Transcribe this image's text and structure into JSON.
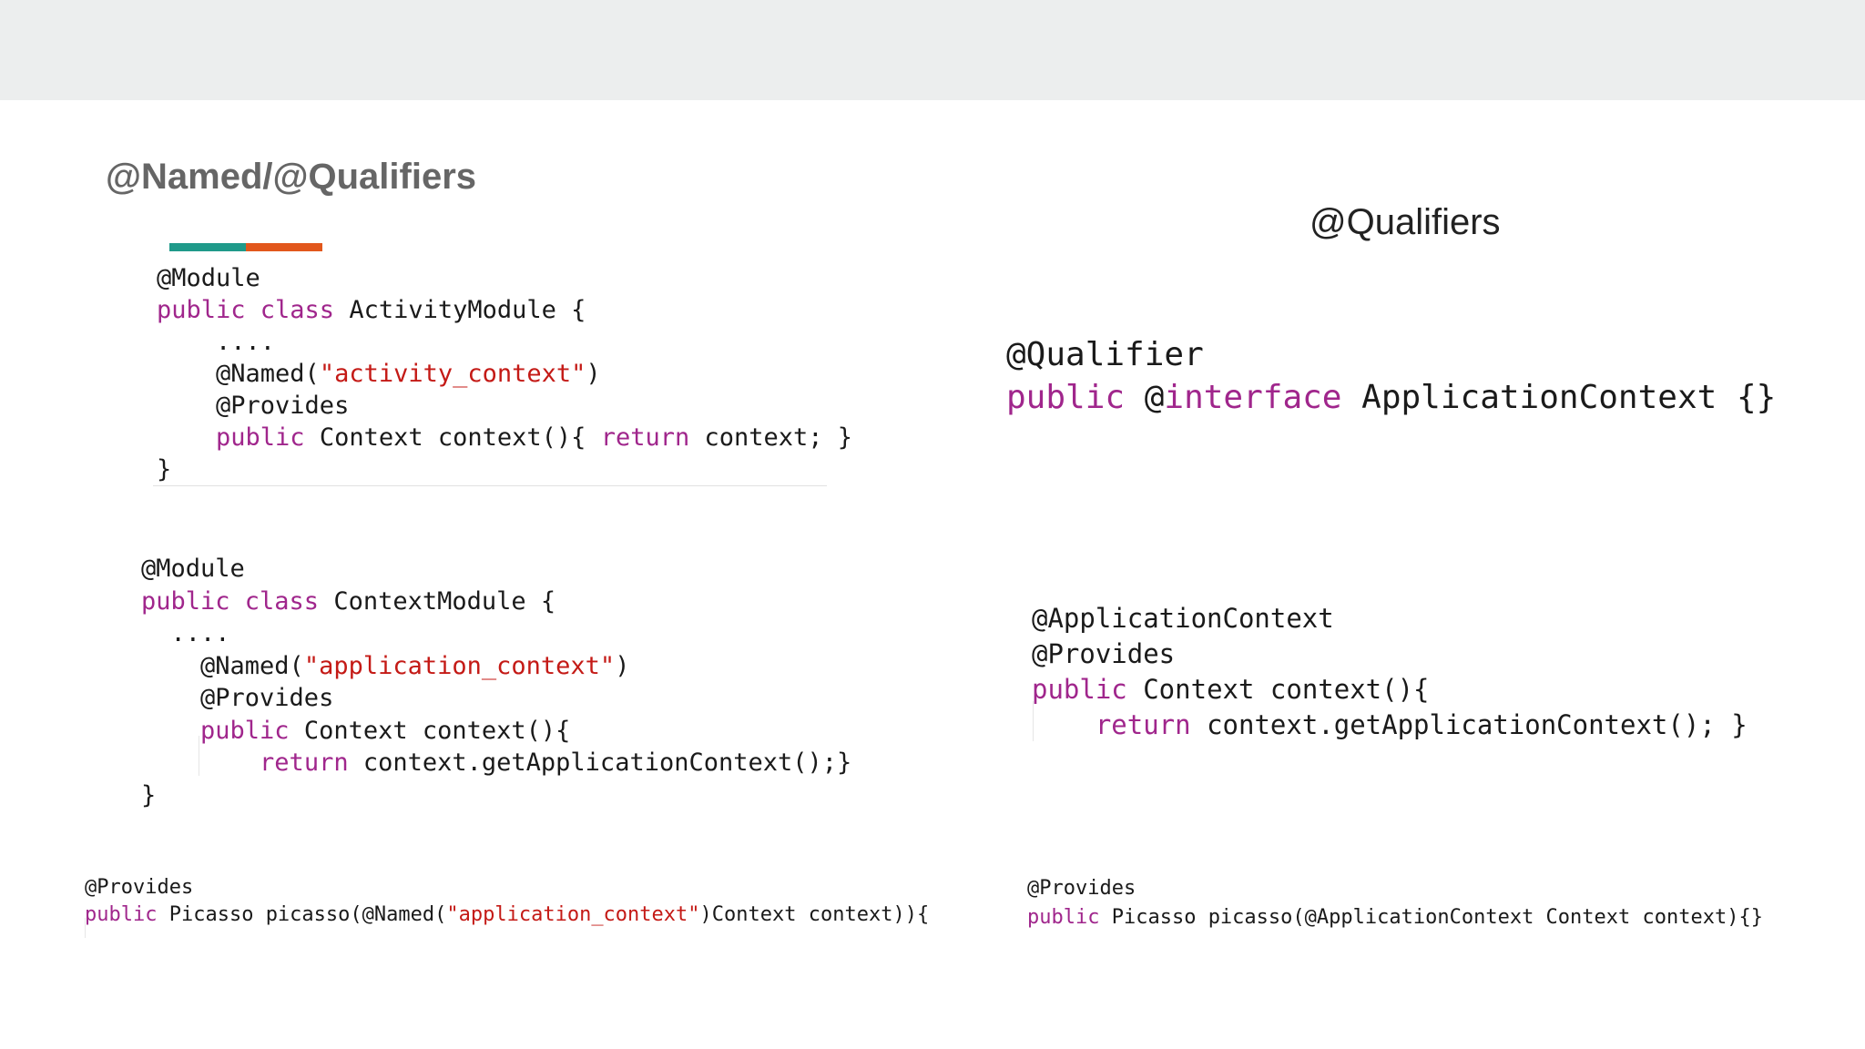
{
  "title": "@Named/@Qualifiers",
  "subtitle": "@Qualifiers",
  "colors": {
    "accent_teal": "#1f9a8a",
    "accent_orange": "#e2571c",
    "keyword": "#a0268c",
    "string": "#c41a16",
    "header_bar": "#eceeee"
  },
  "code_blocks": {
    "activity_module": [
      [
        {
          "t": "@Module",
          "c": ""
        }
      ],
      [
        {
          "t": "public class",
          "c": "kw"
        },
        {
          "t": " ActivityModule {",
          "c": ""
        }
      ],
      [
        {
          "t": "    ....",
          "c": ""
        }
      ],
      [
        {
          "t": "    @Named(",
          "c": ""
        },
        {
          "t": "\"activity_context\"",
          "c": "str"
        },
        {
          "t": ")",
          "c": ""
        }
      ],
      [
        {
          "t": "    @Provides",
          "c": ""
        }
      ],
      [
        {
          "t": "    ",
          "c": ""
        },
        {
          "t": "public",
          "c": "kw"
        },
        {
          "t": " Context context(){ ",
          "c": ""
        },
        {
          "t": "return",
          "c": "kw"
        },
        {
          "t": " context; }",
          "c": ""
        }
      ],
      [
        {
          "t": "}",
          "c": ""
        }
      ]
    ],
    "context_module": [
      [
        {
          "t": "@Module",
          "c": ""
        }
      ],
      [
        {
          "t": "public class",
          "c": "kw"
        },
        {
          "t": " ContextModule {",
          "c": ""
        }
      ],
      [
        {
          "t": "  ....",
          "c": ""
        }
      ],
      [
        {
          "t": "    @Named(",
          "c": ""
        },
        {
          "t": "\"application_context\"",
          "c": "str"
        },
        {
          "t": ")",
          "c": ""
        }
      ],
      [
        {
          "t": "    @Provides",
          "c": ""
        }
      ],
      [
        {
          "t": "    ",
          "c": ""
        },
        {
          "t": "public",
          "c": "kw"
        },
        {
          "t": " Context context(){",
          "c": ""
        }
      ],
      [
        {
          "t": "        ",
          "c": ""
        },
        {
          "t": "return",
          "c": "kw"
        },
        {
          "t": " context.getApplicationContext();}",
          "c": ""
        }
      ],
      [
        {
          "t": "}",
          "c": ""
        }
      ]
    ],
    "picasso_named": [
      [
        {
          "t": "@Provides",
          "c": ""
        }
      ],
      [
        {
          "t": "public",
          "c": "kw"
        },
        {
          "t": " Picasso picasso(@Named(",
          "c": ""
        },
        {
          "t": "\"application_context\"",
          "c": "str"
        },
        {
          "t": ")Context context)){",
          "c": ""
        }
      ]
    ],
    "qualifier_def": [
      [
        {
          "t": "@Qualifier",
          "c": ""
        }
      ],
      [
        {
          "t": "public",
          "c": "kw"
        },
        {
          "t": " @",
          "c": ""
        },
        {
          "t": "interface",
          "c": "kw"
        },
        {
          "t": " ApplicationContext {}",
          "c": ""
        }
      ]
    ],
    "application_context_provider": [
      [
        {
          "t": "@ApplicationContext",
          "c": ""
        }
      ],
      [
        {
          "t": "@Provides",
          "c": ""
        }
      ],
      [
        {
          "t": "public",
          "c": "kw"
        },
        {
          "t": " Context context(){",
          "c": ""
        }
      ],
      [
        {
          "t": "    ",
          "c": ""
        },
        {
          "t": "return",
          "c": "kw"
        },
        {
          "t": " context.getApplicationContext(); }",
          "c": ""
        }
      ]
    ],
    "picasso_qualifier": [
      [
        {
          "t": "@Provides",
          "c": ""
        }
      ],
      [
        {
          "t": "public",
          "c": "kw"
        },
        {
          "t": " Picasso picasso(@ApplicationContext Context context){}",
          "c": ""
        }
      ]
    ]
  }
}
